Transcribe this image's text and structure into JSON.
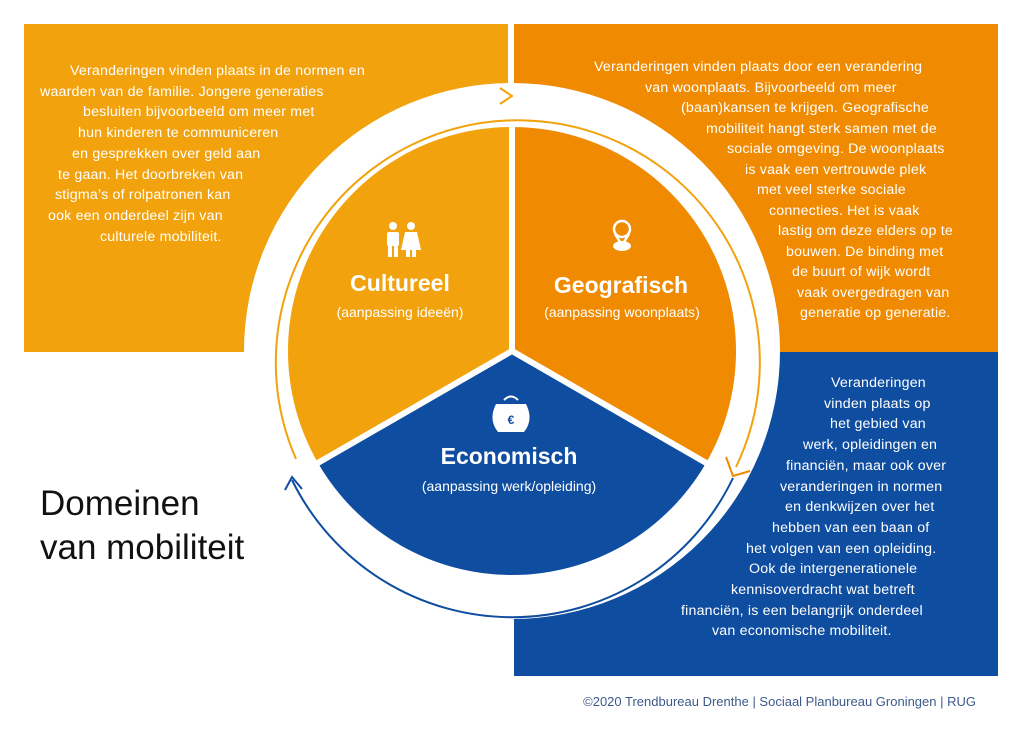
{
  "colors": {
    "cultureel": "#F2A20C",
    "geografisch": "#F08A00",
    "economisch": "#0E4DA0"
  },
  "title": {
    "line1": "Domeinen",
    "line2": "van mobiliteit"
  },
  "segments": {
    "cultureel": {
      "title": "Cultureel",
      "subtitle": "(aanpassing ideeën)",
      "icon": "people-icon"
    },
    "geografisch": {
      "title": "Geografisch",
      "subtitle": "(aanpassing woonplaats)",
      "icon": "location-pin-icon"
    },
    "economisch": {
      "title": "Economisch",
      "subtitle": "(aanpassing werk/opleiding)",
      "icon": "euro-purse-icon"
    }
  },
  "descriptions": {
    "cultureel": [
      "Veranderingen vinden plaats in de normen en",
      "waarden van de familie. Jongere generaties",
      "besluiten bijvoorbeeld om meer met",
      "hun kinderen te communiceren",
      "en gesprekken over geld aan",
      "te gaan. Het doorbreken van",
      "stigma’s of rolpatronen kan",
      "ook een onderdeel zijn van",
      "culturele mobiliteit."
    ],
    "geografisch": [
      "Veranderingen vinden plaats door een verandering",
      "van woonplaats. Bijvoorbeeld om meer",
      "(baan)kansen te krijgen. Geografische",
      "mobiliteit hangt sterk samen met de",
      "sociale omgeving. De woonplaats",
      "is vaak een vertrouwde plek",
      "met veel sterke sociale",
      "connecties. Het is vaak",
      "lastig om deze elders op te",
      "bouwen. De binding met",
      "de buurt of wijk wordt",
      "vaak overgedragen van",
      "generatie op generatie."
    ],
    "economisch": [
      "Veranderingen",
      "vinden plaats op",
      "het gebied van",
      "werk, opleidingen en",
      "financiën, maar ook over",
      "veranderingen in normen",
      "en denkwijzen over het",
      "hebben van een baan of",
      "het volgen van een opleiding.",
      "Ook de intergenerationele",
      "kennisoverdracht wat betreft",
      "financiën, is een belangrijk onderdeel",
      "van economische mobiliteit."
    ]
  },
  "footer": "©2020 Trendbureau Drenthe | Sociaal Planbureau Groningen | RUG"
}
